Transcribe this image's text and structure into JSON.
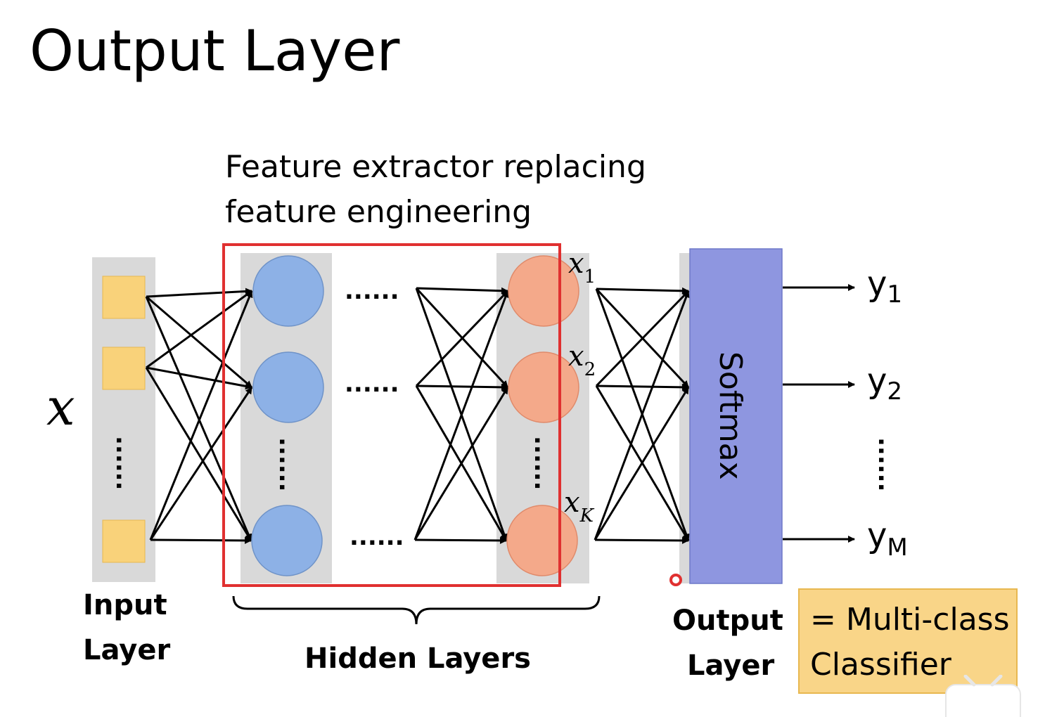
{
  "slide": {
    "title": "Output Layer"
  },
  "annotation": {
    "line1": "Feature extractor replacing",
    "line2": "feature engineering"
  },
  "input": {
    "symbol": "x",
    "label_line1": "Input",
    "label_line2": "Layer",
    "ellipsis": "......"
  },
  "hidden": {
    "label": "Hidden Layers",
    "ellipsis": "......",
    "features": [
      {
        "base": "x",
        "sub": "1"
      },
      {
        "base": "x",
        "sub": "2"
      },
      {
        "base": "x",
        "sub": "K"
      }
    ]
  },
  "output": {
    "box_label": "Softmax",
    "label_line1": "Output",
    "label_line2": "Layer",
    "ellipsis": "......",
    "outputs": [
      {
        "base": "y",
        "sub": "1"
      },
      {
        "base": "y",
        "sub": "2"
      },
      {
        "base": "y",
        "sub": "M"
      }
    ]
  },
  "note": {
    "line1": "= Multi-class",
    "line2": "Classifier"
  },
  "colors": {
    "input_node": "#F9D27A",
    "hidden_node": "#8DB1E6",
    "feature_node": "#F4A98A",
    "column_bg": "#D9D9D9",
    "softmax": "#8E96E0",
    "highlight": "#E03030",
    "note_bg": "#F9D588"
  }
}
